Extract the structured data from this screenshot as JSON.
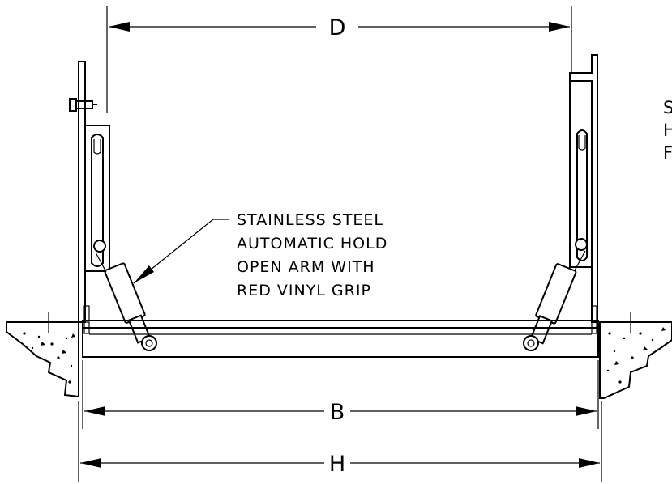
{
  "dimensions": {
    "top": "D",
    "middle": "B",
    "bottom": "H"
  },
  "note": {
    "lines": [
      "STAINLESS STEEL",
      "AUTOMATIC HOLD",
      "OPEN ARM WITH",
      "RED VINYL GRIP"
    ]
  },
  "side_text": {
    "lines": [
      "S",
      "H",
      "F"
    ]
  }
}
